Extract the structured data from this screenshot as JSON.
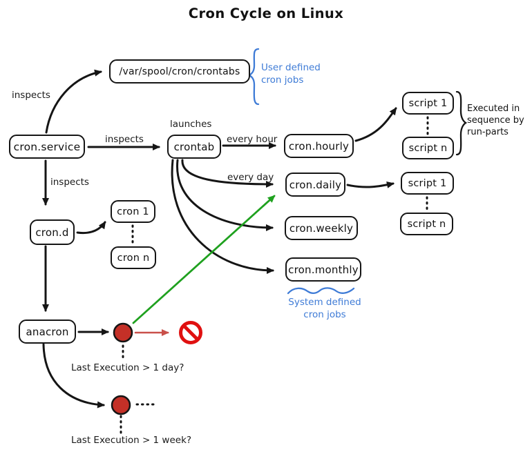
{
  "title": "Cron Cycle on Linux",
  "colors": {
    "line_black": "#151515",
    "annotation_blue": "#3e7bd6",
    "green_arrow": "#1fa11f",
    "red_circle_fill": "#c43027",
    "red_arrow": "#c9504a",
    "prohibition_red": "#e01010"
  },
  "nodes": {
    "var_spool": "/var/spool/cron/crontabs",
    "cron_service": "cron.service",
    "crontab": "crontab",
    "cron_hourly": "cron.hourly",
    "cron_daily": "cron.daily",
    "cron_weekly": "cron.weekly",
    "cron_monthly": "cron.monthly",
    "cron_d": "cron.d",
    "cron_1": "cron 1",
    "cron_n": "cron n",
    "anacron": "anacron",
    "script_1_hourly": "script 1",
    "script_n_hourly": "script n",
    "script_1_daily": "script 1",
    "script_n_daily": "script n"
  },
  "edge_labels": {
    "inspects_spool": "inspects",
    "inspects_crontab": "inspects",
    "inspects_crond": "inspects",
    "launches": "launches",
    "every_hour": "every hour",
    "every_day": "every day"
  },
  "annotations": {
    "user_defined": "User defined\ncron jobs",
    "executed_in": "Executed in\nsequence by\nrun-parts",
    "system_defined": "System defined\ncron jobs",
    "last_execution_day": "Last Execution > 1 day?",
    "last_execution_week": "Last Execution > 1 week?"
  }
}
